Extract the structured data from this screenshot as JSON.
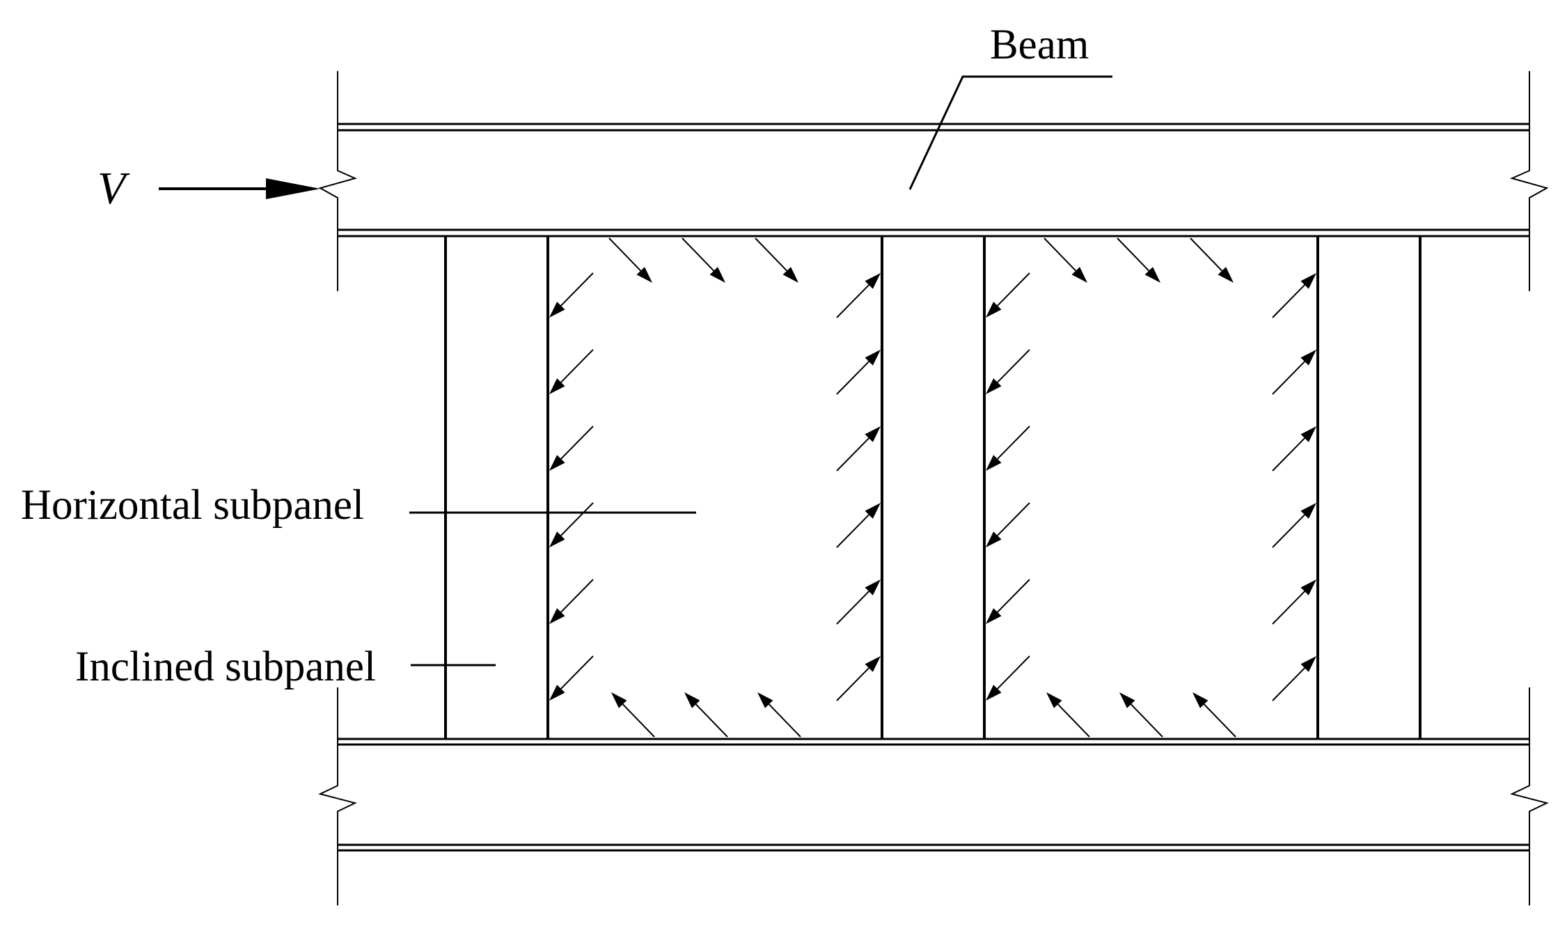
{
  "labels": {
    "beam": "Beam",
    "force": "V",
    "horizontal_subpanel": "Horizontal subpanel",
    "inclined_subpanel": "Inclined subpanel"
  },
  "colors": {
    "line": "#000000",
    "background": "#ffffff"
  }
}
